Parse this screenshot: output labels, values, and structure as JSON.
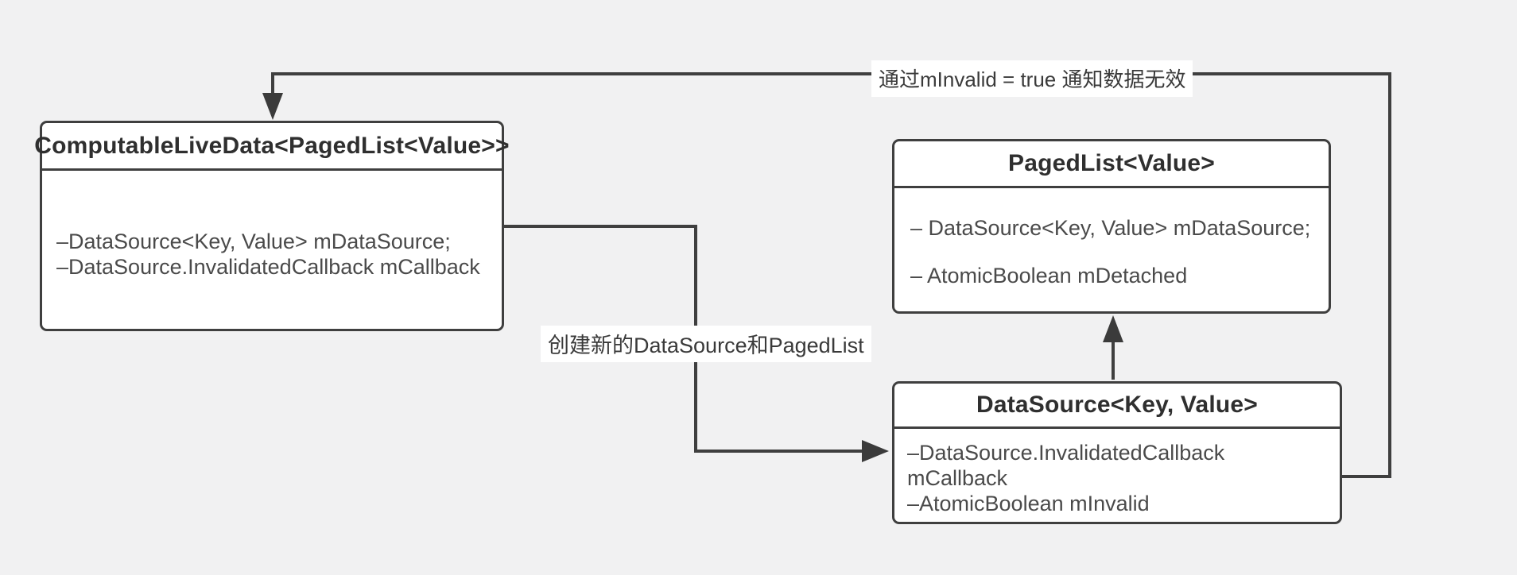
{
  "colors": {
    "background": "#f1f1f2",
    "box_fill": "#ffffff",
    "line": "#3f3f3f",
    "title_text": "#2f2f2f",
    "field_text": "#4a4a4a"
  },
  "classes": {
    "computable": {
      "title": "ComputableLiveData<PagedList<Value>>",
      "fields": [
        "–DataSource<Key, Value> mDataSource;",
        "–DataSource.InvalidatedCallback mCallback"
      ]
    },
    "pagedlist": {
      "title": "PagedList<Value>",
      "fields": [
        "– DataSource<Key, Value> mDataSource;",
        "– AtomicBoolean mDetached"
      ]
    },
    "datasource": {
      "title": "DataSource<Key, Value>",
      "fields": [
        "–DataSource.InvalidatedCallback mCallback",
        "–AtomicBoolean mInvalid"
      ]
    }
  },
  "labels": {
    "invalidate": "通过mInvalid = true 通知数据无效",
    "create": "创建新的DataSource和PagedList"
  }
}
